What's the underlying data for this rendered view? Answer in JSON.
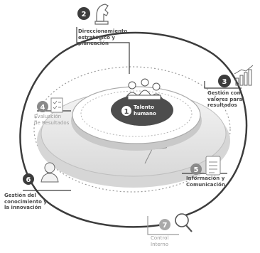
{
  "colors": {
    "dark": "#3c3c3c",
    "mid": "#8a8a8a",
    "light": "#cfcfcf",
    "ring_fill": "#eeeeee",
    "center_disc": "#4d4d4d",
    "badge_light": "#a9a9a9"
  },
  "center": {
    "number": "1",
    "label": "Talento\nhumano",
    "icon": "people-team-icon"
  },
  "components": [
    {
      "number": "2",
      "label": "Direccionamiento\nestratégico y\nplaneación",
      "icon": "chess-knight-icon"
    },
    {
      "number": "3",
      "label": "Gestión con\nvalores para\nresultados",
      "icon": "bar-chart-growth-icon"
    },
    {
      "number": "4",
      "label": "Evaluación\nde Resultados",
      "icon": "checklist-evaluation-icon"
    },
    {
      "number": "5",
      "label": "Información y\nComunicación",
      "icon": "document-list-icon"
    },
    {
      "number": "6",
      "label": "Gestión del\nconocimiento y\nla innovación",
      "icon": "thinker-bust-icon"
    },
    {
      "number": "7",
      "label": "Control\nInterno",
      "icon": "magnifier-icon"
    }
  ]
}
